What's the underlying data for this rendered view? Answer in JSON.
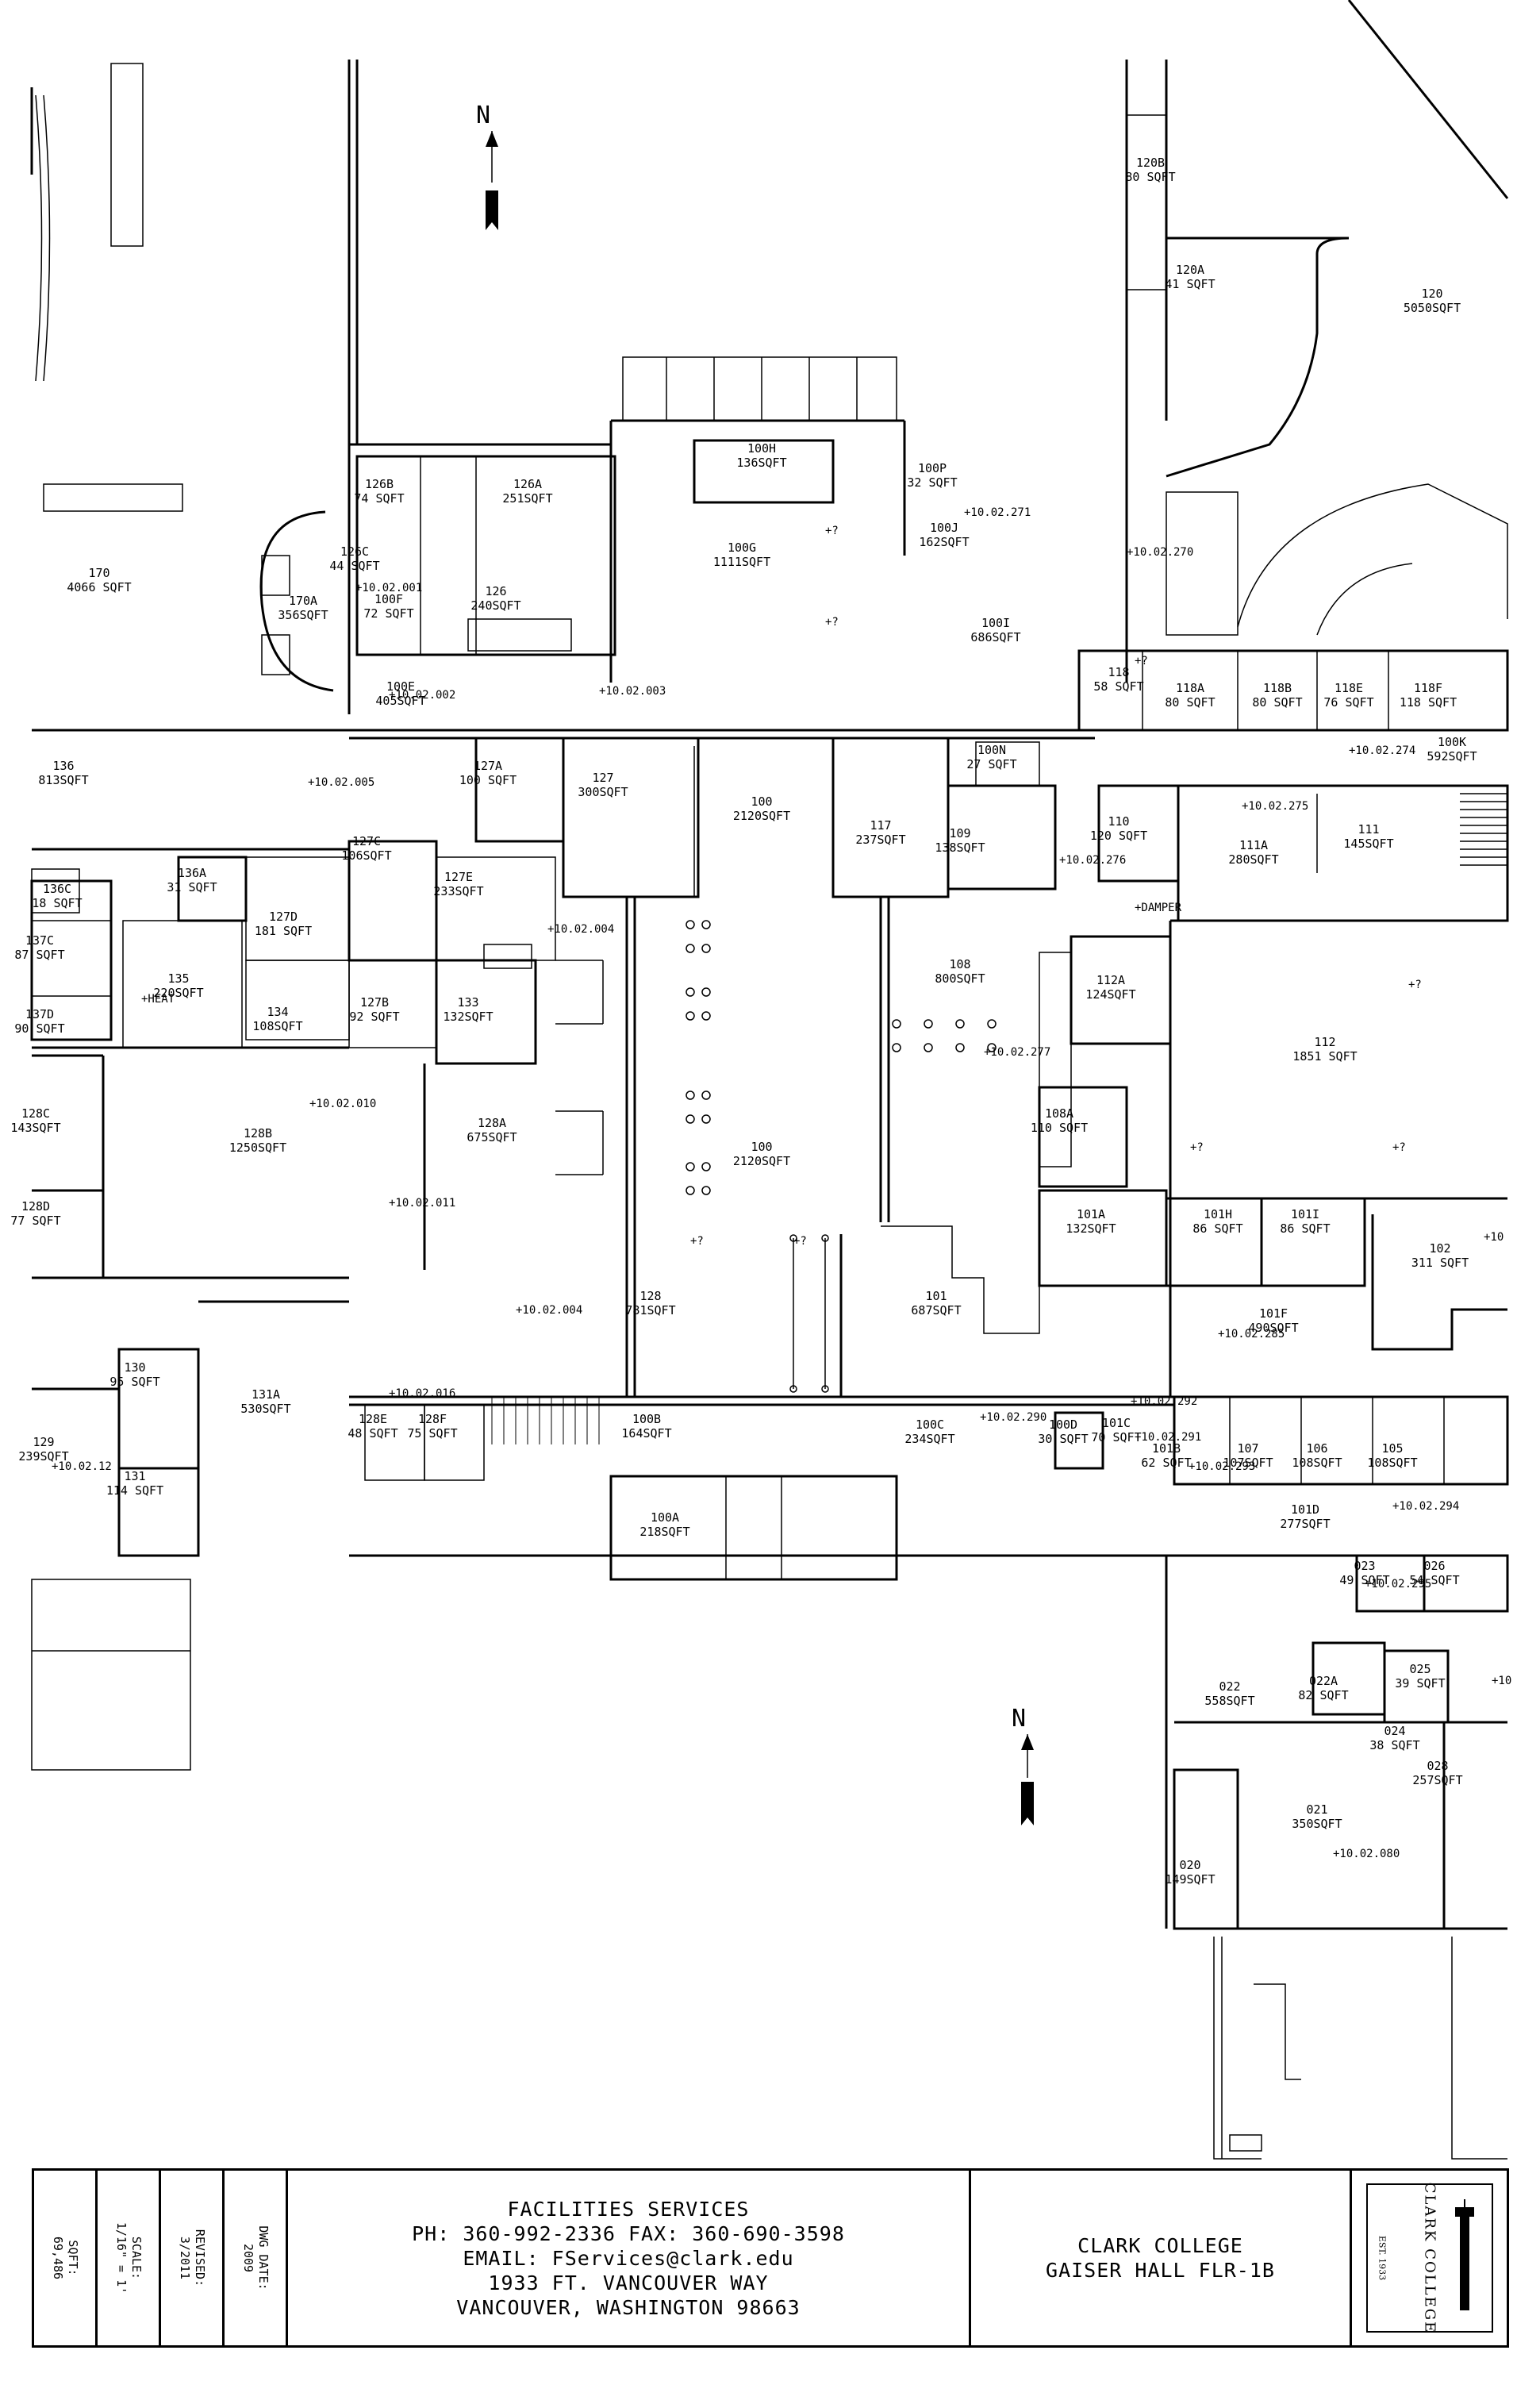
{
  "compass_letter": "N",
  "rooms": [
    {
      "num": "120B",
      "area": "80 SQFT"
    },
    {
      "num": "120A",
      "area": "41 SQFT"
    },
    {
      "num": "120",
      "area": "5050SQFT"
    },
    {
      "num": "100H",
      "area": "136SQFT"
    },
    {
      "num": "100P",
      "area": "32 SQFT"
    },
    {
      "num": "126B",
      "area": "74 SQFT"
    },
    {
      "num": "126A",
      "area": "251SQFT"
    },
    {
      "num": "100J",
      "area": "162SQFT"
    },
    {
      "num": "126C",
      "area": "44 SQFT"
    },
    {
      "num": "100G",
      "area": "1111SQFT"
    },
    {
      "num": "170",
      "area": "4066 SQFT"
    },
    {
      "num": "100F",
      "area": "72 SQFT"
    },
    {
      "num": "170A",
      "area": "356SQFT"
    },
    {
      "num": "126",
      "area": "240SQFT"
    },
    {
      "num": "100I",
      "area": "686SQFT"
    },
    {
      "num": "118",
      "area": "58 SQFT"
    },
    {
      "num": "118A",
      "area": "80 SQFT"
    },
    {
      "num": "118B",
      "area": "80 SQFT"
    },
    {
      "num": "118E",
      "area": "76 SQFT"
    },
    {
      "num": "118F",
      "area": "118 SQFT"
    },
    {
      "num": "100E",
      "area": "405SQFT"
    },
    {
      "num": "100K",
      "area": "592SQFT"
    },
    {
      "num": "136",
      "area": "813SQFT"
    },
    {
      "num": "127A",
      "area": "100 SQFT"
    },
    {
      "num": "127",
      "area": "300SQFT"
    },
    {
      "num": "100N",
      "area": "27 SQFT"
    },
    {
      "num": "100",
      "area": "2120SQFT"
    },
    {
      "num": "110",
      "area": "120 SQFT"
    },
    {
      "num": "111",
      "area": "145SQFT"
    },
    {
      "num": "117",
      "area": "237SQFT"
    },
    {
      "num": "109",
      "area": "138SQFT"
    },
    {
      "num": "111A",
      "area": "280SQFT"
    },
    {
      "num": "127C",
      "area": "106SQFT"
    },
    {
      "num": "127E",
      "area": "233SQFT"
    },
    {
      "num": "136A",
      "area": "31 SQFT"
    },
    {
      "num": "136C",
      "area": "18 SQFT"
    },
    {
      "num": "127D",
      "area": "181 SQFT"
    },
    {
      "num": "137C",
      "area": "87 SQFT"
    },
    {
      "num": "108",
      "area": "800SQFT"
    },
    {
      "num": "112A",
      "area": "124SQFT"
    },
    {
      "num": "135",
      "area": "220SQFT"
    },
    {
      "num": "134",
      "area": "108SQFT"
    },
    {
      "num": "127B",
      "area": "92 SQFT"
    },
    {
      "num": "133",
      "area": "132SQFT"
    },
    {
      "num": "137D",
      "area": "90 SQFT"
    },
    {
      "num": "112",
      "area": "1851 SQFT"
    },
    {
      "num": "128C",
      "area": "143SQFT"
    },
    {
      "num": "108A",
      "area": "110 SQFT"
    },
    {
      "num": "128A",
      "area": "675SQFT"
    },
    {
      "num": "128B",
      "area": "1250SQFT"
    },
    {
      "num": "100",
      "area": "2120SQFT"
    },
    {
      "num": "101A",
      "area": "132SQFT"
    },
    {
      "num": "101H",
      "area": "86 SQFT"
    },
    {
      "num": "101I",
      "area": "86 SQFT"
    },
    {
      "num": "128D",
      "area": "77 SQFT"
    },
    {
      "num": "102",
      "area": "311 SQFT"
    },
    {
      "num": "101",
      "area": "687SQFT"
    },
    {
      "num": "128",
      "area": "781SQFT"
    },
    {
      "num": "101F",
      "area": "490SQFT"
    },
    {
      "num": "130",
      "area": "95 SQFT"
    },
    {
      "num": "131A",
      "area": "530SQFT"
    },
    {
      "num": "128E",
      "area": "48 SQFT"
    },
    {
      "num": "128F",
      "area": "75 SQFT"
    },
    {
      "num": "100B",
      "area": "164SQFT"
    },
    {
      "num": "100C",
      "area": "234SQFT"
    },
    {
      "num": "100D",
      "area": "30 SQFT"
    },
    {
      "num": "101C",
      "area": "70 SQFT"
    },
    {
      "num": "101B",
      "area": "62 SQFT"
    },
    {
      "num": "107",
      "area": "107SQFT"
    },
    {
      "num": "106",
      "area": "108SQFT"
    },
    {
      "num": "105",
      "area": "108SQFT"
    },
    {
      "num": "129",
      "area": "239SQFT"
    },
    {
      "num": "131",
      "area": "114 SQFT"
    },
    {
      "num": "100A",
      "area": "218SQFT"
    },
    {
      "num": "101D",
      "area": "277SQFT"
    },
    {
      "num": "023",
      "area": "49 SQFT"
    },
    {
      "num": "026",
      "area": "54 SQFT"
    },
    {
      "num": "025",
      "area": "39 SQFT"
    },
    {
      "num": "022",
      "area": "558SQFT"
    },
    {
      "num": "022A",
      "area": "82 SQFT"
    },
    {
      "num": "024",
      "area": "38 SQFT"
    },
    {
      "num": "028",
      "area": "257SQFT"
    },
    {
      "num": "021",
      "area": "350SQFT"
    },
    {
      "num": "020",
      "area": "149SQFT"
    }
  ],
  "markers": [
    "+10.02.271",
    "+10.02.270",
    "+10.02.001",
    "+10.02.002",
    "+10.02.003",
    "+10.02.274",
    "+10.02.005",
    "+10.02.275",
    "+10.02.276",
    "+DAMPER",
    "+10.02.004",
    "+HEAT",
    "+10.02.277",
    "+10.02.010",
    "+10.02.011",
    "+10.02.004",
    "+10.02.285",
    "+10.02.016",
    "+10.02.292",
    "+10.02.290",
    "+10.02.291",
    "+10.02.293",
    "+10.02.12",
    "+10.02.294",
    "+10.02.295",
    "+10.02.080",
    "+?",
    "+?",
    "+?",
    "+?",
    "+?",
    "+?",
    "+?",
    "+?",
    "+10",
    "+10"
  ],
  "title_block": {
    "sqft_label": "SQFT:",
    "sqft_value": "69,486",
    "scale_label": "SCALE:",
    "scale_value": "1/16\" = 1'",
    "revised_label": "REVISED:",
    "revised_value": "3/2011",
    "dwg_label": "DWG DATE:",
    "dwg_value": "2009",
    "dept": "FACILITIES SERVICES",
    "phone_fax": "PH: 360-992-2336    FAX: 360-690-3598",
    "email": "EMAIL: FServices@clark.edu",
    "address1": "1933 FT. VANCOUVER WAY",
    "address2": "VANCOUVER, WASHINGTON 98663",
    "college": "CLARK COLLEGE",
    "building": "GAISER HALL FLR-1B",
    "logo_text": "CLARK COLLEGE",
    "logo_est": "EST. 1933"
  }
}
